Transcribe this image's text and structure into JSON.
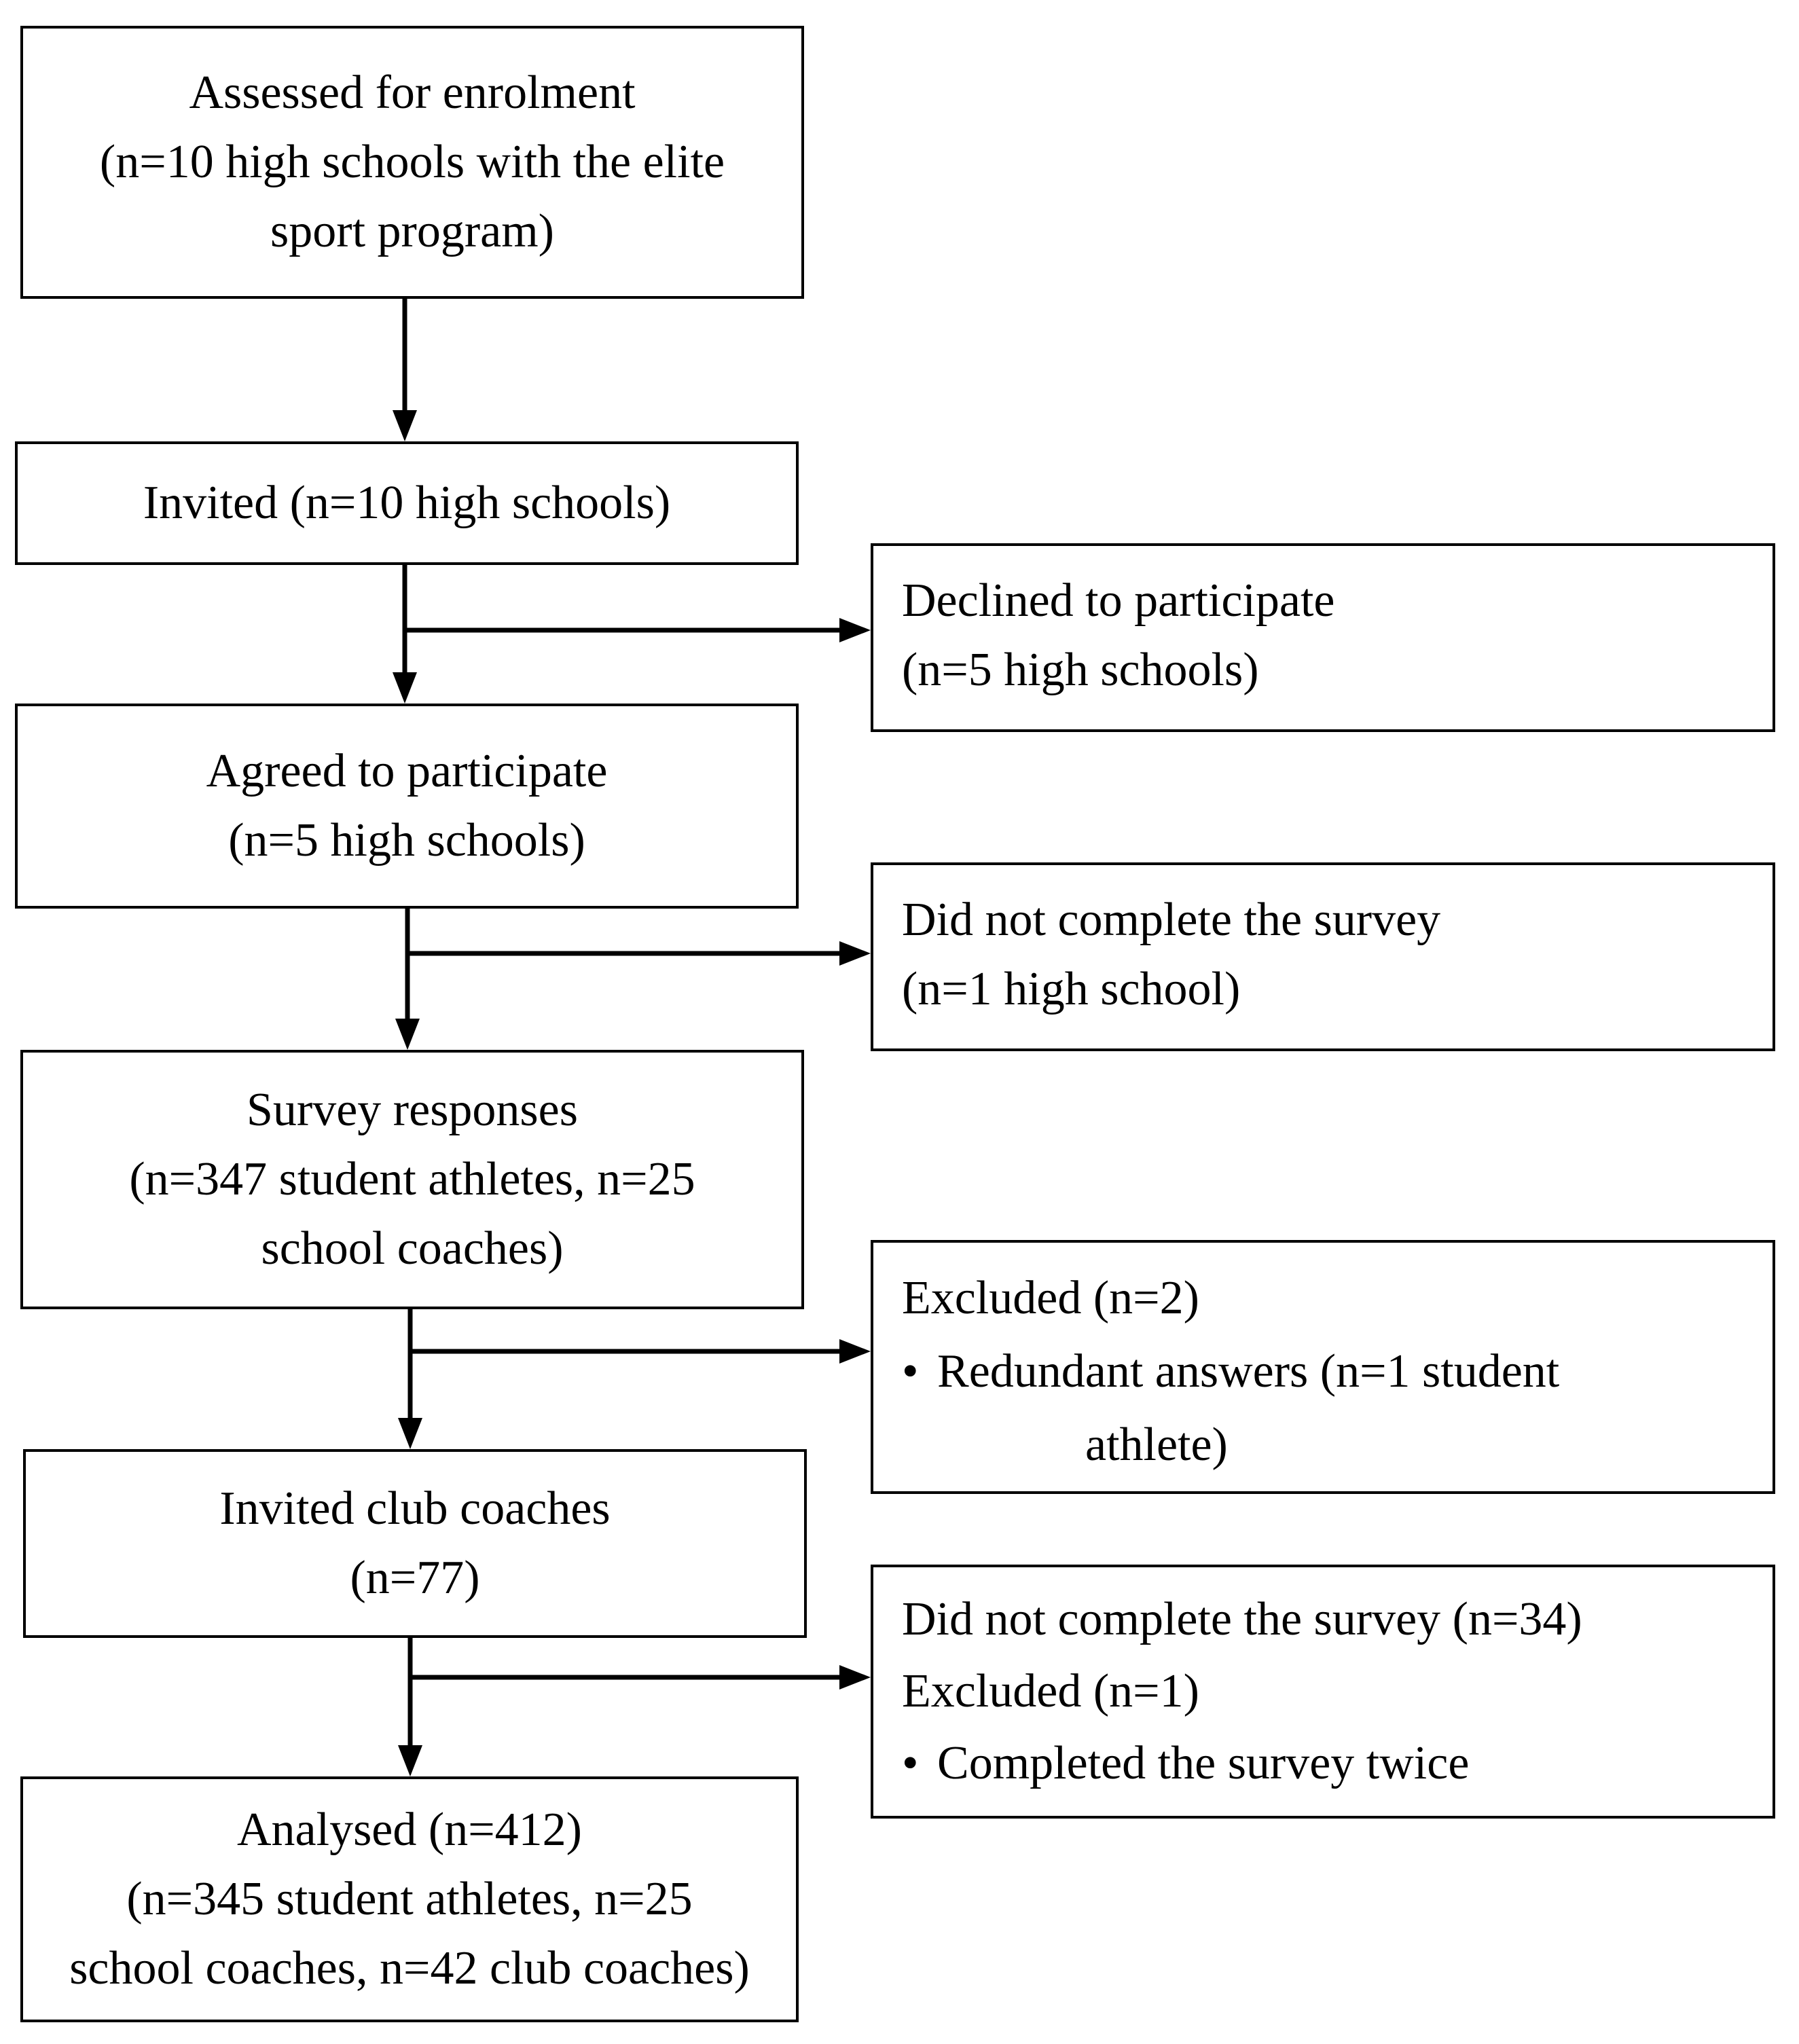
{
  "nodes": {
    "assessed": {
      "lines": [
        "Assessed for enrolment",
        "(n=10 high schools with the elite",
        "sport program)"
      ]
    },
    "invited": {
      "lines": [
        "Invited (n=10 high schools)"
      ]
    },
    "declined": {
      "lines": [
        "Declined to participate",
        "(n=5 high schools)"
      ]
    },
    "agreed": {
      "lines": [
        "Agreed to participate",
        "(n=5 high schools)"
      ]
    },
    "not_complete_school": {
      "lines": [
        "Did not complete the survey",
        "(n=1 high school)"
      ]
    },
    "survey_responses": {
      "lines": [
        "Survey responses",
        "(n=347 student athletes, n=25",
        "school coaches)"
      ]
    },
    "excluded_redundant": {
      "heading": "Excluded (n=2)",
      "bullet": "Redundant answers (n=1 student",
      "bullet_cont": "athlete)"
    },
    "invited_club": {
      "lines": [
        "Invited club coaches",
        "(n=77)"
      ]
    },
    "not_complete_club": {
      "heading1": "Did not complete the survey (n=34)",
      "heading2": "Excluded (n=1)",
      "bullet": "Completed the survey twice"
    },
    "analysed": {
      "lines": [
        "Analysed (n=412)",
        "(n=345 student athletes, n=25",
        "school coaches, n=42 club coaches)"
      ]
    }
  },
  "colors": {
    "stroke": "#000000",
    "background": "#ffffff"
  }
}
